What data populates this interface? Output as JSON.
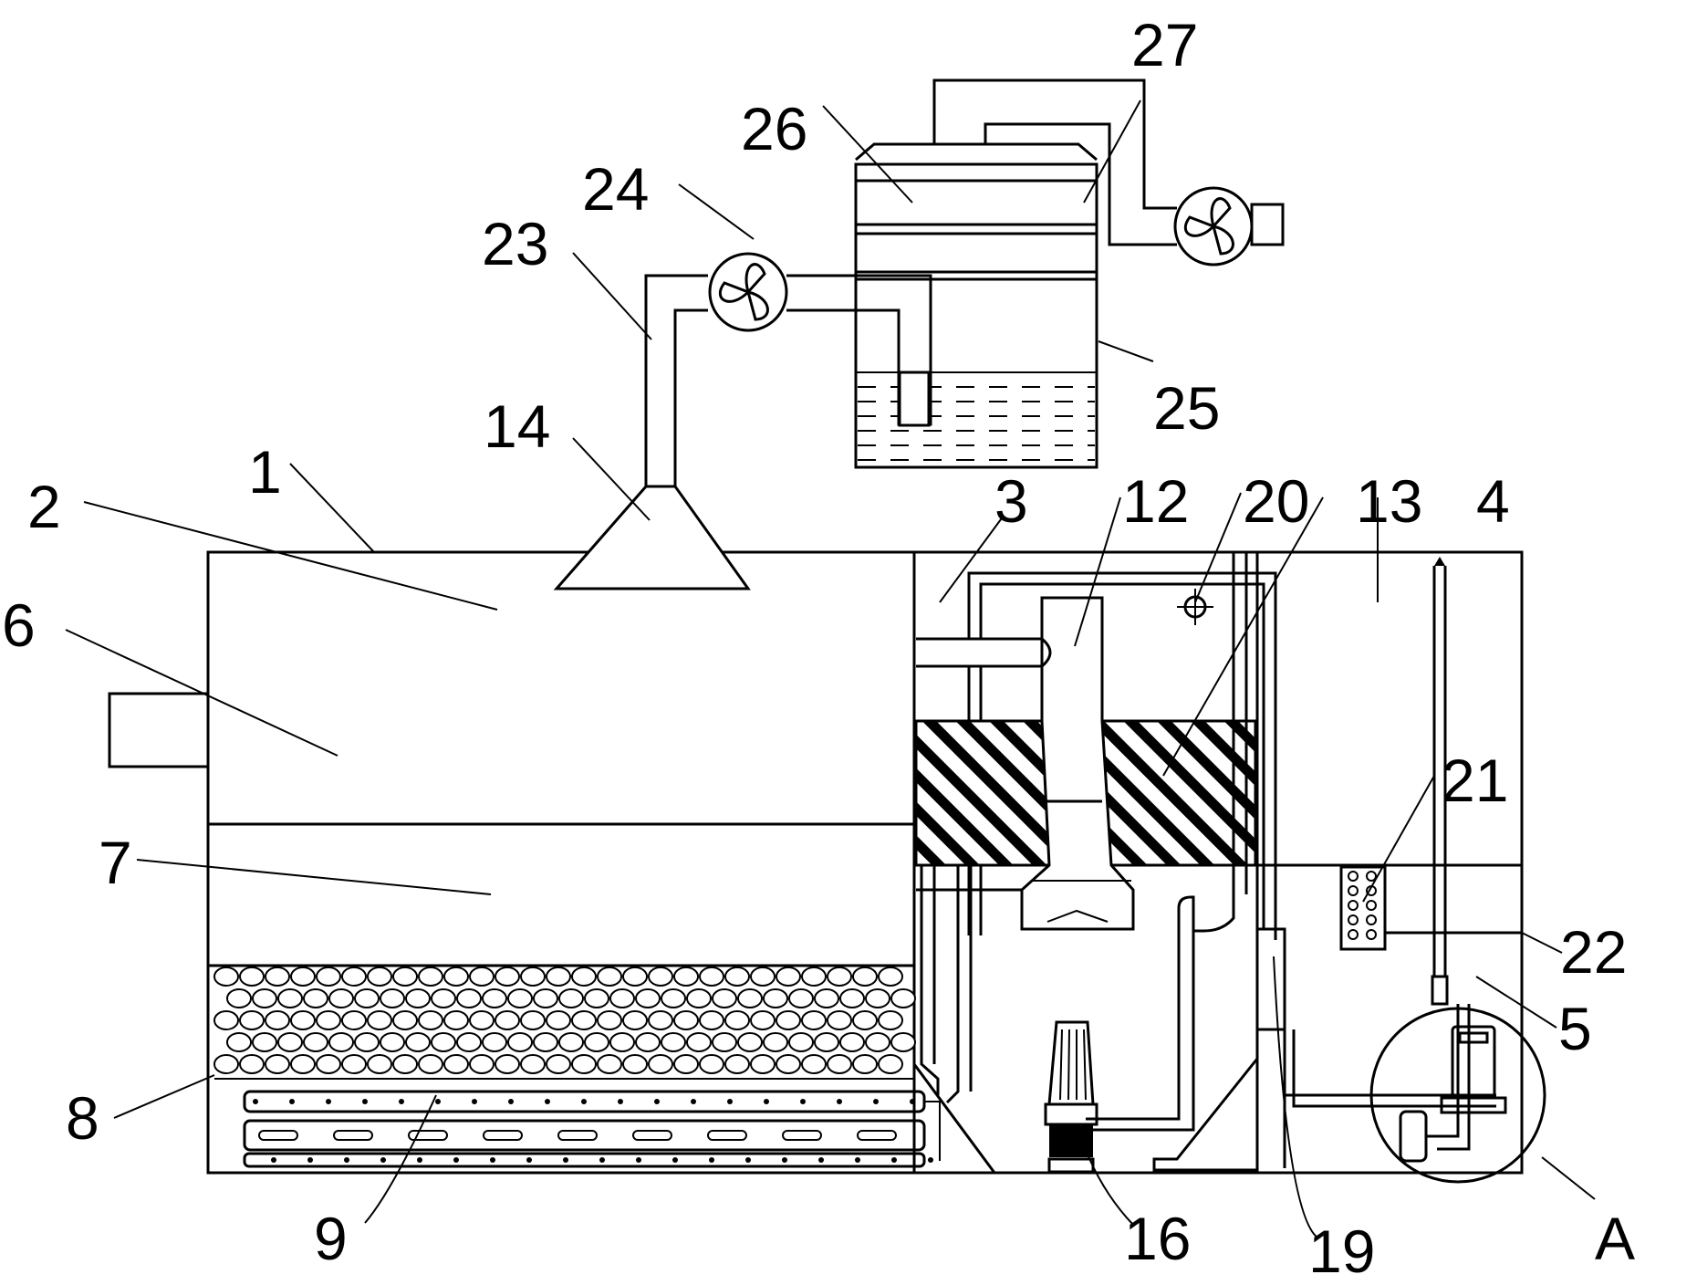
{
  "diagram": {
    "colors": {
      "stroke": "#000000",
      "background": "#ffffff",
      "hatch": "#000000"
    },
    "labels": {
      "n1": "1",
      "n2": "2",
      "n3": "3",
      "n4": "4",
      "n5": "5",
      "n6": "6",
      "n7": "7",
      "n8": "8",
      "n9": "9",
      "n12": "12",
      "n13": "13",
      "n14": "14",
      "n16": "16",
      "n19": "19",
      "n20": "20",
      "n21": "21",
      "n22": "22",
      "n23": "23",
      "n24": "24",
      "n25": "25",
      "n26": "26",
      "n27": "27",
      "nA": "A"
    }
  }
}
